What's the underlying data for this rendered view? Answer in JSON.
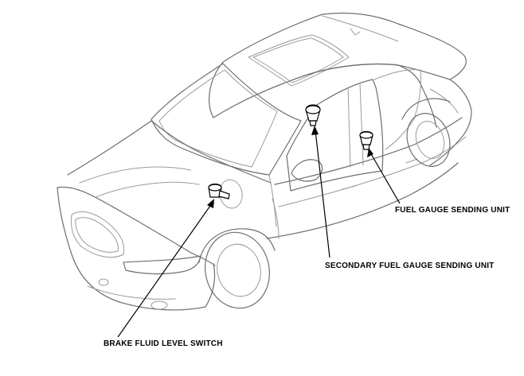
{
  "callouts": {
    "fuel_gauge": "FUEL GAUGE SENDING UNIT",
    "secondary_fuel_gauge": "SECONDARY FUEL GAUGE SENDING UNIT",
    "brake_fluid": "BRAKE FLUID LEVEL SWITCH"
  },
  "colors": {
    "car_outline": "#9a9a9a",
    "leader_line": "#000000",
    "background": "#ffffff"
  }
}
